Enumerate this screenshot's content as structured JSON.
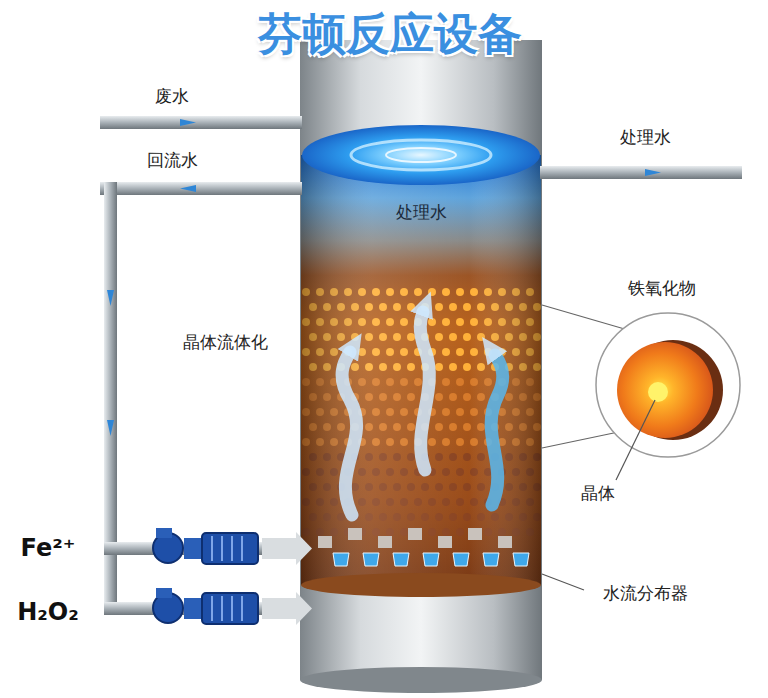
{
  "diagram": {
    "title": "芬顿反应设备",
    "nodes": [
      {
        "text": [
          "处理水"
        ]
      }
    ],
    "labels": [
      "废水",
      "回流水",
      "处理水",
      "晶体流体化",
      "铁氧化物",
      "晶体",
      "水流分布器",
      "Fe²⁺",
      "H₂O₂"
    ]
  }
}
